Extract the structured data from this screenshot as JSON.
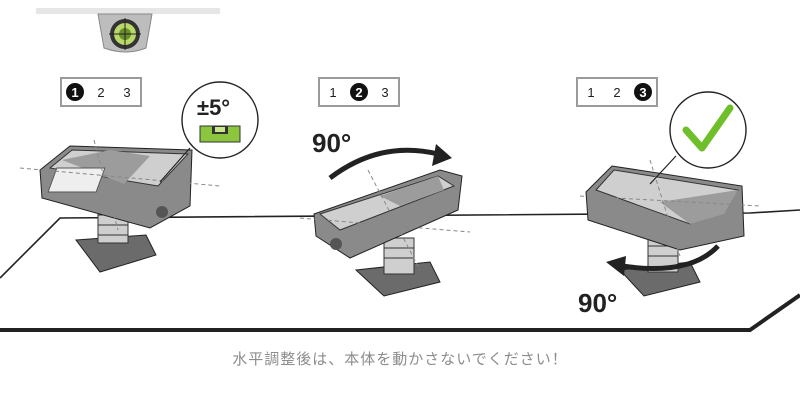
{
  "steps": [
    {
      "labels": [
        "1",
        "2",
        "3"
      ],
      "active": 0
    },
    {
      "labels": [
        "1",
        "2",
        "3"
      ],
      "active": 1
    },
    {
      "labels": [
        "1",
        "2",
        "3"
      ],
      "active": 2
    }
  ],
  "tolerance_label": "±5°",
  "rotation_label_1": "90°",
  "rotation_label_2": "90°",
  "caption": "水平調整後は、本体を動かさないでください！",
  "colors": {
    "bubble_green": "#8cc63f",
    "check_green": "#6fbf2a",
    "device_body": "#8a8a8a"
  },
  "icons": [
    "level-gauge-icon",
    "bubble-level-icon",
    "checkmark-icon",
    "rotate-arrow-icon"
  ]
}
